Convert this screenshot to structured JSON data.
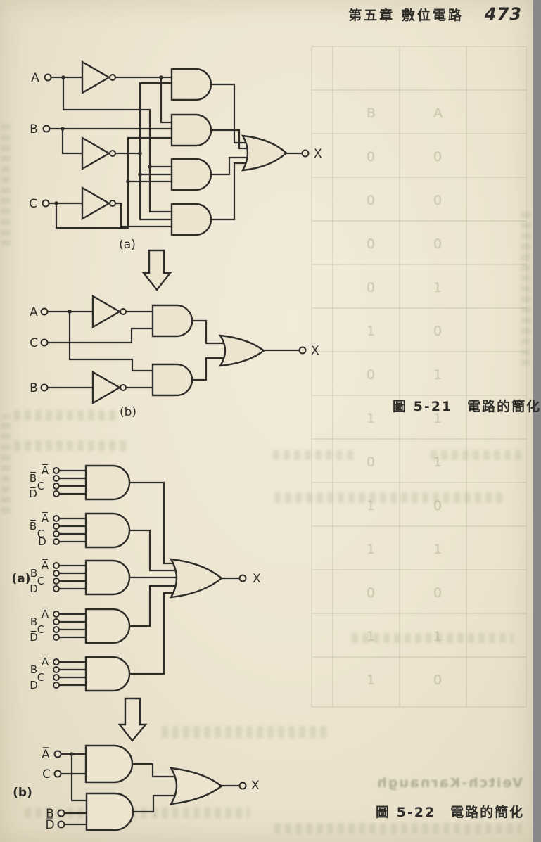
{
  "header": {
    "chapter_title": "第五章  敷位電路",
    "page_number": "473"
  },
  "fig21": {
    "caption": "圖 5-21　電路的簡化",
    "a": {
      "label": "(a)",
      "input_a": "A",
      "input_b": "B",
      "input_c": "C",
      "output": "X"
    },
    "b": {
      "label": "(b)",
      "input_a": "A",
      "input_c": "C",
      "input_b": "B",
      "output": "X"
    }
  },
  "fig22": {
    "caption": "圖 5-22　電路的簡化",
    "a": {
      "label": "(a)",
      "g1": [
        "A̅",
        "B̅",
        "C",
        "D̅"
      ],
      "g2": [
        "A̅",
        "B̅",
        "C",
        "D"
      ],
      "g3": [
        "A̅",
        "B",
        "C̅",
        "D"
      ],
      "g4": [
        "A̅",
        "B",
        "C",
        "D̅"
      ],
      "g5": [
        "A̅",
        "B",
        "C",
        "D"
      ],
      "output": "X"
    },
    "b": {
      "label": "(b)",
      "g1": [
        "A̅",
        "C"
      ],
      "g2": [
        "B",
        "D̅"
      ],
      "output": "X"
    }
  },
  "bleedthrough": {
    "latin_fragment": "Veitch-Karnaugh",
    "table_rows": [
      " BA ",
      " 00 ",
      " 00 ",
      " 00 ",
      " 01 ",
      " 10 ",
      " 01 ",
      " 11 ",
      " 01 ",
      " 10 ",
      " 11 ",
      " 00 ",
      " 11 ",
      " 10 "
    ]
  }
}
